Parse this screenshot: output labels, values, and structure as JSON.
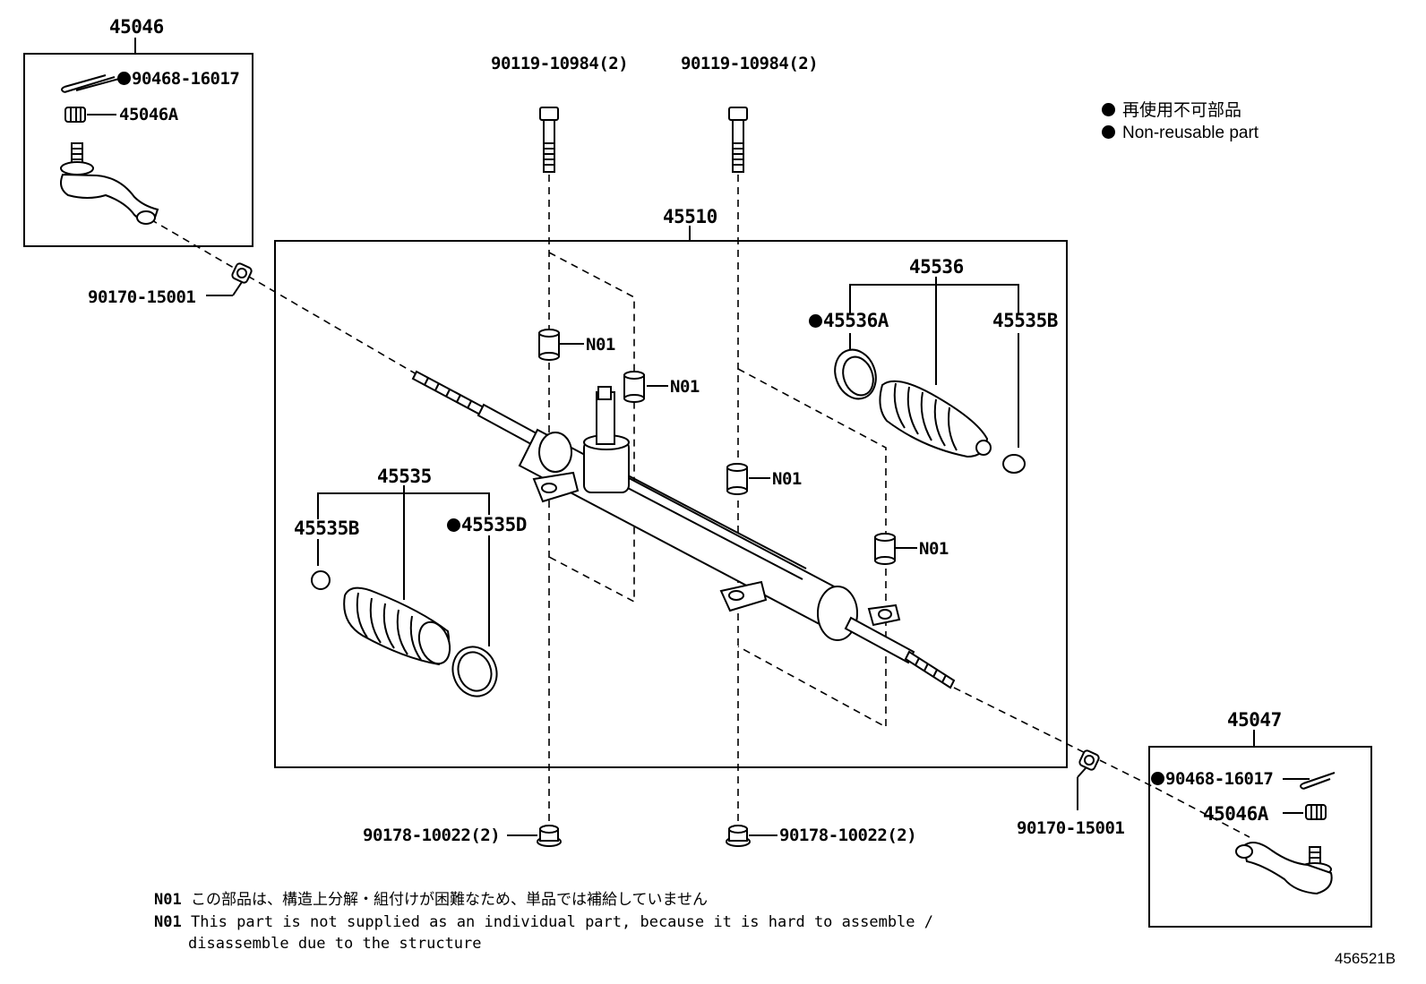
{
  "diagram": {
    "groups": {
      "tie_end_left": "45046",
      "tie_end_right": "45047",
      "gear_assembly": "45510",
      "boot_set_right": "45536",
      "boot_set_left": "45535"
    },
    "parts": {
      "cotter_pin_left": "90468-16017",
      "cotter_pin_right": "90468-16017",
      "nut_left": "45046A",
      "nut_right": "45046A",
      "lock_nut_left": "90170-15001",
      "lock_nut_right": "90170-15001",
      "bolt_left": "90119-10984(2)",
      "bolt_right": "90119-10984(2)",
      "flange_nut_left": "90178-10022(2)",
      "flange_nut_right": "90178-10022(2)",
      "bushing_1": "N01",
      "bushing_2": "N01",
      "bushing_3": "N01",
      "bushing_4": "N01",
      "clamp_right_a": "45536A",
      "clip_right_b": "45535B",
      "clip_left_b": "45535B",
      "clamp_left_d": "45535D"
    },
    "legend": {
      "line_jp": "再使用不可部品",
      "line_en": "Non-reusable part"
    },
    "notes": {
      "code": "N01",
      "jp": "この部品は、構造上分解・組付けが困難なため、単品では補給していません",
      "en_line1": "This part is not supplied as an individual part, because it is hard to assemble /",
      "en_line2": "disassemble due to the structure"
    },
    "doc_number": "456521B"
  }
}
